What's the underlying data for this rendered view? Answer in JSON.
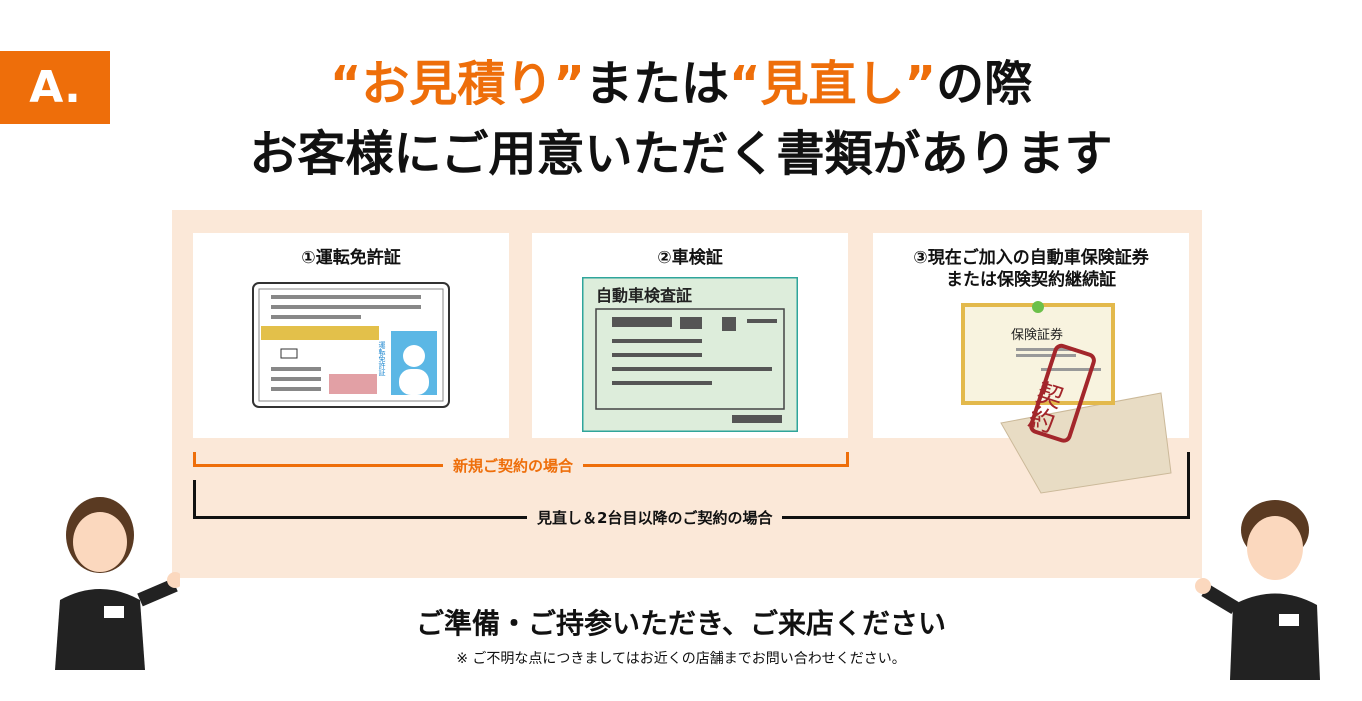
{
  "badge": "A.",
  "title": {
    "line1_q1": "“お見積り”",
    "line1_mid": "または",
    "line1_q2": "“見直し”",
    "line1_end": "の際",
    "line2": "お客様にご用意いただく書類があります"
  },
  "cards": [
    {
      "label": "①運転免許証",
      "image_text": "運転免許証"
    },
    {
      "label": "②車検証",
      "image_text": "自動車検査証"
    },
    {
      "label": "③現在ご加入の自動車保険証券",
      "label2": "または保険契約継続証",
      "image_text": "保険証券",
      "stamp": "契約"
    }
  ],
  "brackets": {
    "new": "新規ご契約の場合",
    "review": "見直し＆2台目以降のご契約の場合"
  },
  "footer": {
    "main": "ご準備・ご持参いただき、ご来店ください",
    "note": "※ ご不明な点につきましてはお近くの店舗までお問い合わせください。"
  },
  "colors": {
    "accent": "#EE6E0A",
    "panel": "#FBE8D8"
  }
}
